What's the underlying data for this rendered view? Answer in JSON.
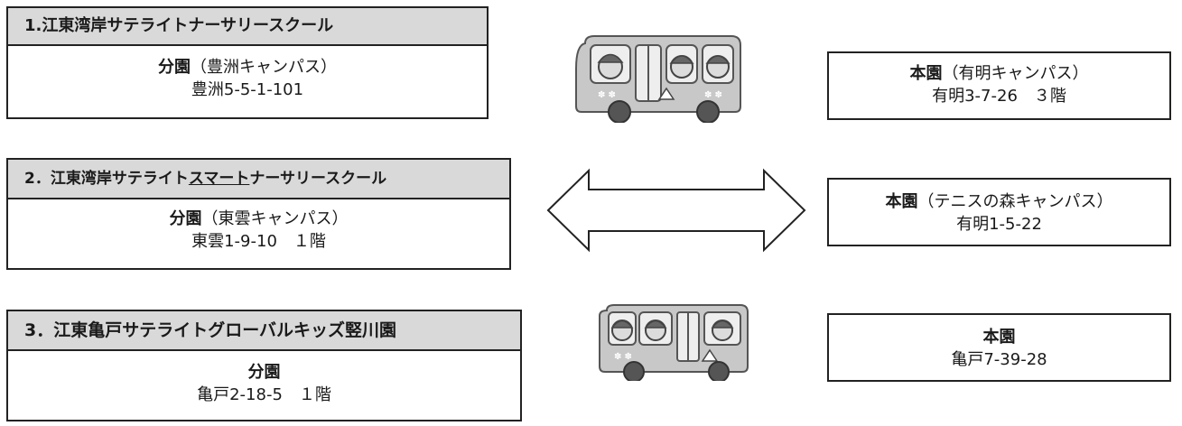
{
  "schools": [
    {
      "header": "1.江東湾岸サテライトナーサリースクール",
      "branch_strong": "分園",
      "branch_rest": "（豊洲キャンパス）",
      "address": "豊洲5-5-1-101"
    },
    {
      "header_a": "2．江東湾岸サテライト",
      "header_b": "スマート",
      "header_c": "ナーサリースクール",
      "branch_strong": "分園",
      "branch_rest": "（東雲キャンパス）",
      "address": "東雲1-9-10　１階"
    },
    {
      "header": "3．江東亀戸サテライトグローバルキッズ竪川園",
      "branch_strong": "分園",
      "branch_rest": "",
      "address": "亀戸2-18-5　１階"
    }
  ],
  "campuses": [
    {
      "strong": "本園",
      "rest": "（有明キャンパス）",
      "address": "有明3-7-26　３階"
    },
    {
      "strong": "本園",
      "rest": "（テニスの森キャンパス）",
      "address": "有明1-5-22"
    },
    {
      "strong": "本園",
      "rest": "",
      "address": "亀戸7-39-28"
    }
  ],
  "colors": {
    "header_bg": "#d9d9d9",
    "border": "#222222",
    "bus_body": "#c8c8c8"
  },
  "icons": [
    "school-bus-icon",
    "double-arrow-icon",
    "school-bus-icon"
  ]
}
